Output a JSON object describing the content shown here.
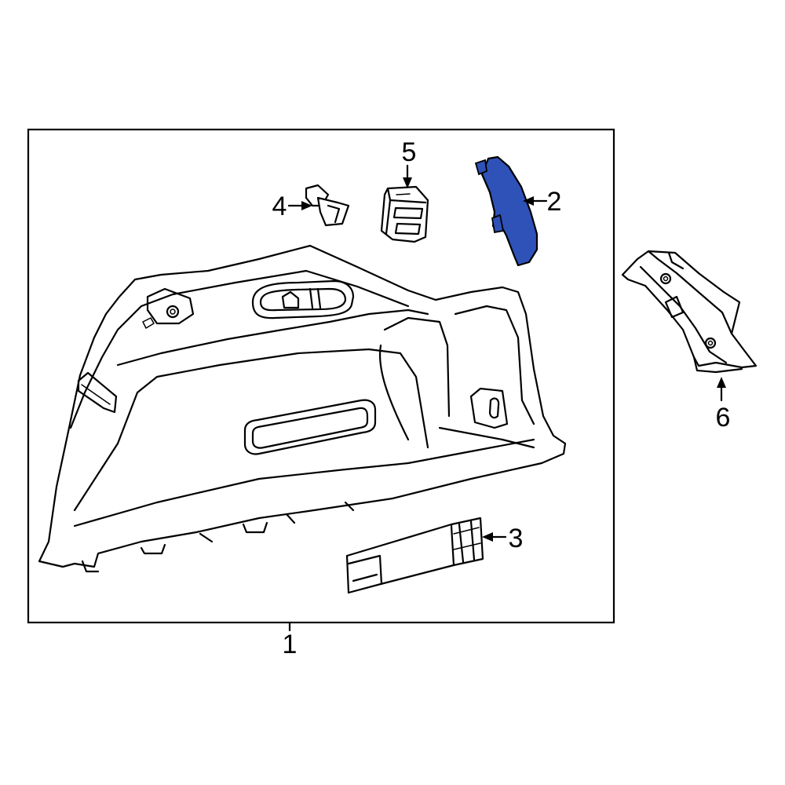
{
  "diagram": {
    "callouts": [
      {
        "id": "1",
        "label": "1"
      },
      {
        "id": "2",
        "label": "2"
      },
      {
        "id": "3",
        "label": "3"
      },
      {
        "id": "4",
        "label": "4"
      },
      {
        "id": "5",
        "label": "5"
      },
      {
        "id": "6",
        "label": "6"
      }
    ],
    "colors": {
      "highlight_part": "#2E52B8",
      "line": "#000000",
      "background": "#ffffff",
      "inset_background": "#ffffff"
    }
  }
}
